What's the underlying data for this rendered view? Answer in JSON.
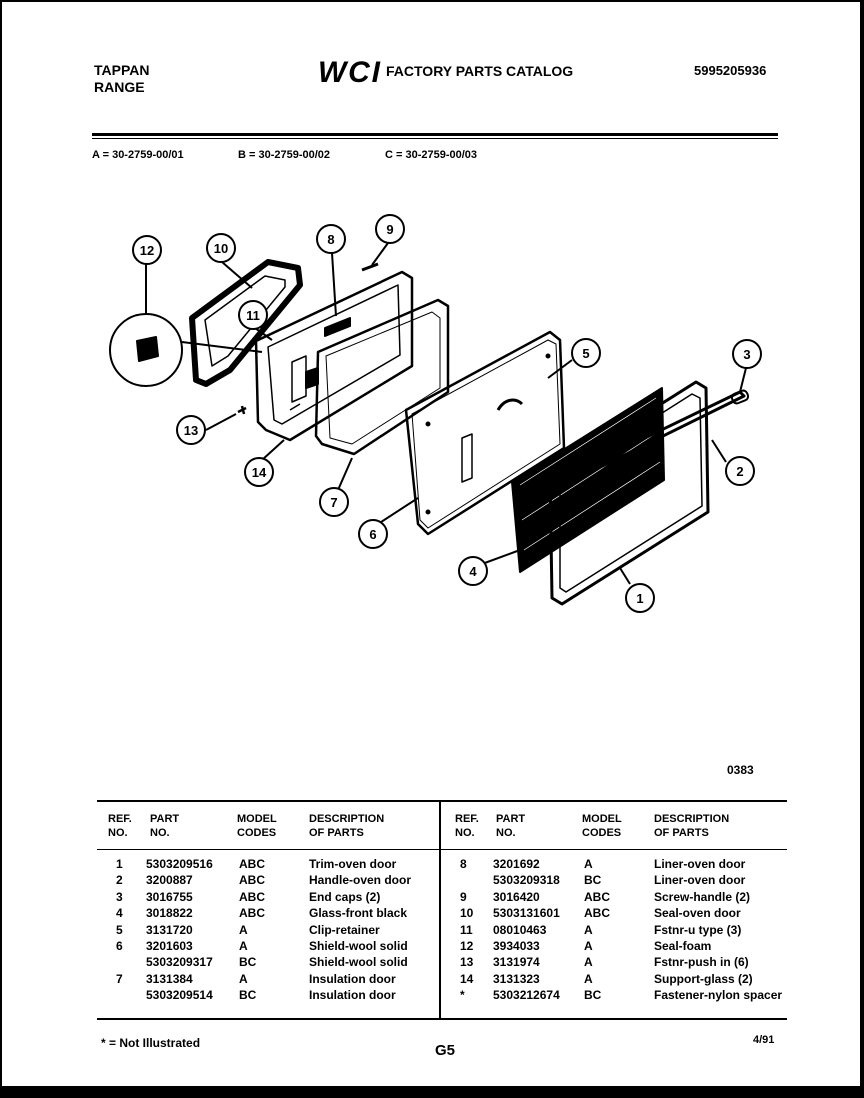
{
  "header": {
    "brand": "TAPPAN",
    "product": "RANGE",
    "logo_text": "WCI",
    "catalog_title": "FACTORY PARTS CATALOG",
    "publication_number": "5995205936"
  },
  "model_codes": [
    "A = 30-2759-00/01",
    "B = 30-2759-00/02",
    "C = 30-2759-00/03"
  ],
  "illustration_code": "0383",
  "callouts": [
    "1",
    "2",
    "3",
    "4",
    "5",
    "6",
    "7",
    "8",
    "9",
    "10",
    "11",
    "12",
    "13",
    "14"
  ],
  "table": {
    "headers": {
      "ref": [
        "REF.",
        "NO."
      ],
      "part": [
        "PART",
        "NO."
      ],
      "model": [
        "MODEL",
        "CODES"
      ],
      "desc": [
        "DESCRIPTION",
        "OF PARTS"
      ]
    },
    "left": [
      {
        "ref": "1",
        "part": "5303209516",
        "codes": "ABC",
        "desc": "Trim-oven door"
      },
      {
        "ref": "2",
        "part": "3200887",
        "codes": "ABC",
        "desc": "Handle-oven door"
      },
      {
        "ref": "3",
        "part": "3016755",
        "codes": "ABC",
        "desc": "End caps (2)"
      },
      {
        "ref": "4",
        "part": "3018822",
        "codes": "ABC",
        "desc": "Glass-front black"
      },
      {
        "ref": "5",
        "part": "3131720",
        "codes": "A",
        "desc": "Clip-retainer"
      },
      {
        "ref": "6",
        "part": "3201603",
        "codes": "A",
        "desc": "Shield-wool solid"
      },
      {
        "ref": "",
        "part": "5303209317",
        "codes": "BC",
        "desc": "Shield-wool solid"
      },
      {
        "ref": "7",
        "part": "3131384",
        "codes": "A",
        "desc": "Insulation door"
      },
      {
        "ref": "",
        "part": "5303209514",
        "codes": "BC",
        "desc": "Insulation door"
      }
    ],
    "right": [
      {
        "ref": "8",
        "part": "3201692",
        "codes": "A",
        "desc": "Liner-oven door"
      },
      {
        "ref": "",
        "part": "5303209318",
        "codes": "BC",
        "desc": "Liner-oven door"
      },
      {
        "ref": "9",
        "part": "3016420",
        "codes": "ABC",
        "desc": "Screw-handle (2)"
      },
      {
        "ref": "10",
        "part": "5303131601",
        "codes": "ABC",
        "desc": "Seal-oven door"
      },
      {
        "ref": "11",
        "part": "08010463",
        "codes": "A",
        "desc": "Fstnr-u type (3)"
      },
      {
        "ref": "12",
        "part": "3934033",
        "codes": "A",
        "desc": "Seal-foam"
      },
      {
        "ref": "13",
        "part": "3131974",
        "codes": "A",
        "desc": "Fstnr-push in (6)"
      },
      {
        "ref": "14",
        "part": "3131323",
        "codes": "A",
        "desc": "Support-glass (2)"
      },
      {
        "ref": "*",
        "part": "5303212674",
        "codes": "BC",
        "desc": "Fastener-nylon spacer"
      }
    ]
  },
  "footer": {
    "note": "* = Not Illustrated",
    "page": "G5",
    "date": "4/91"
  }
}
